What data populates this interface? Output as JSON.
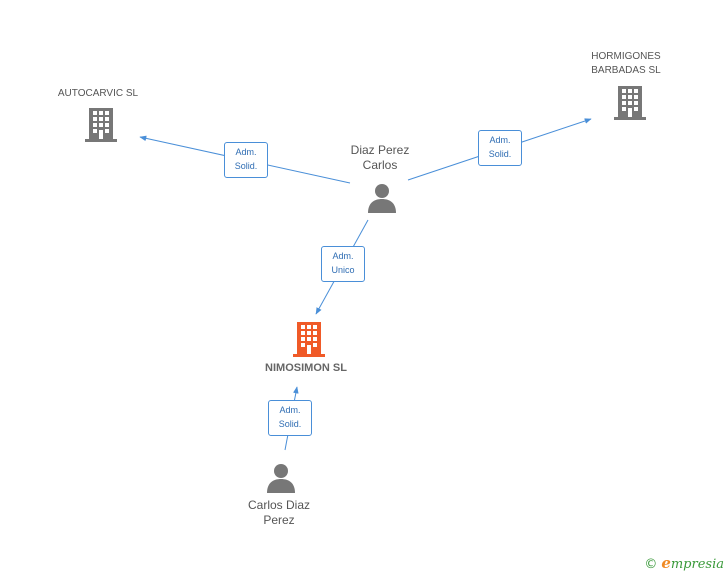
{
  "nodes": {
    "autocarvic": {
      "label": "AUTOCARVIC SL",
      "type": "company"
    },
    "hormigones": {
      "label_line1": "HORMIGONES",
      "label_line2": "BARBADAS SL",
      "type": "company"
    },
    "diaz_perez_carlos": {
      "label_line1": "Diaz Perez",
      "label_line2": "Carlos",
      "type": "person"
    },
    "nimosimon": {
      "label": "NIMOSIMON SL",
      "type": "company-main"
    },
    "carlos_diaz_perez": {
      "label_line1": "Carlos Diaz",
      "label_line2": "Perez",
      "type": "person"
    }
  },
  "edges": {
    "to_autocarvic": {
      "line1": "Adm.",
      "line2": "Solid."
    },
    "to_hormigones": {
      "line1": "Adm.",
      "line2": "Solid."
    },
    "to_nimosimon_top": {
      "line1": "Adm.",
      "line2": "Unico"
    },
    "to_nimosimon_bottom": {
      "line1": "Adm.",
      "line2": "Solid."
    }
  },
  "colors": {
    "edge": "#4a8fd8",
    "company_icon": "#777777",
    "main_icon": "#f05a28",
    "person_icon": "#777777"
  },
  "footer": {
    "copyright": "©",
    "brand_initial": "e",
    "brand_rest": "mpresia"
  }
}
